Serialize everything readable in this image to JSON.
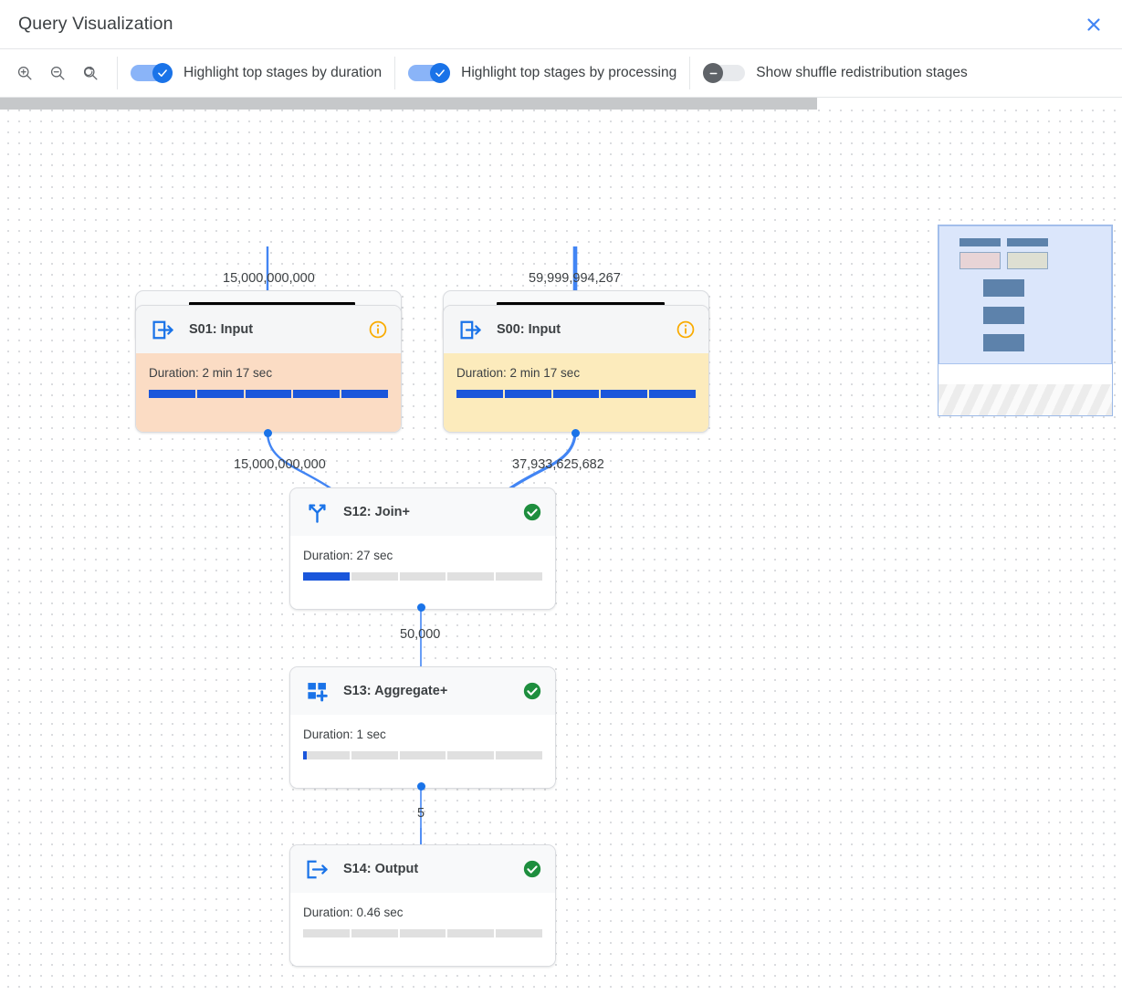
{
  "header": {
    "title": "Query Visualization",
    "close_label": "Close",
    "close_icon": "close-icon"
  },
  "toolbar": {
    "zoom_in": {
      "icon": "zoom-in-icon",
      "label": "Zoom in"
    },
    "zoom_out": {
      "icon": "zoom-out-icon",
      "label": "Zoom out"
    },
    "zoom_reset": {
      "icon": "zoom-reset-icon",
      "label": "Reset zoom"
    },
    "toggles": [
      {
        "label": "Highlight top stages by duration",
        "state": "on"
      },
      {
        "label": "Highlight top stages by processing",
        "state": "on"
      },
      {
        "label": "Show shuffle redistribution stages",
        "state": "off"
      }
    ]
  },
  "colors": {
    "accent": "#1a73e8",
    "toggle_on_track": "#8ab4f8",
    "toggle_off_knob": "#5f6368",
    "duration_highlight": "#fbdcc4",
    "processing_highlight": "#fcebbc",
    "bar_fill": "#1a56db",
    "bar_empty": "#e0e0e0",
    "status_ok": "#1e8e3e",
    "status_info": "#f9ab00"
  },
  "graph": {
    "data_sources": [
      {
        "id": "ds-left",
        "name_redacted": true,
        "subtitle": "Data source",
        "icon": "data-source-search-icon",
        "status": "ok"
      },
      {
        "id": "ds-right",
        "name_redacted": true,
        "subtitle": "Data source",
        "icon": "data-source-search-icon",
        "status": "ok"
      }
    ],
    "stages": [
      {
        "id": "S01",
        "title": "S01: Input",
        "icon": "stage-input-icon",
        "status": "info",
        "duration_label": "Duration: 2 min 17 sec",
        "bar_fill_pct": 100,
        "highlight": "duration"
      },
      {
        "id": "S00",
        "title": "S00: Input",
        "icon": "stage-input-icon",
        "status": "info",
        "duration_label": "Duration: 2 min 17 sec",
        "bar_fill_pct": 100,
        "highlight": "processing"
      },
      {
        "id": "S12",
        "title": "S12: Join+",
        "icon": "stage-join-icon",
        "status": "ok",
        "duration_label": "Duration: 27 sec",
        "bar_fill_pct": 20,
        "highlight": "none"
      },
      {
        "id": "S13",
        "title": "S13: Aggregate+",
        "icon": "stage-aggregate-icon",
        "status": "ok",
        "duration_label": "Duration: 1 sec",
        "bar_fill_pct": 1.5,
        "highlight": "none"
      },
      {
        "id": "S14",
        "title": "S14: Output",
        "icon": "stage-output-icon",
        "status": "ok",
        "duration_label": "Duration: 0.46 sec",
        "bar_fill_pct": 0,
        "highlight": "none"
      }
    ],
    "edges": [
      {
        "from": "ds-left",
        "to": "S01",
        "label": "15,000,000,000"
      },
      {
        "from": "ds-right",
        "to": "S00",
        "label": "59,999,994,267"
      },
      {
        "from": "S01",
        "to": "S12",
        "label": "15,000,000,000"
      },
      {
        "from": "S00",
        "to": "S12",
        "label": "37,933,625,682"
      },
      {
        "from": "S12",
        "to": "S13",
        "label": "50,000"
      },
      {
        "from": "S13",
        "to": "S14",
        "label": "5"
      }
    ]
  },
  "minimap": {
    "label": "Graph minimap"
  }
}
